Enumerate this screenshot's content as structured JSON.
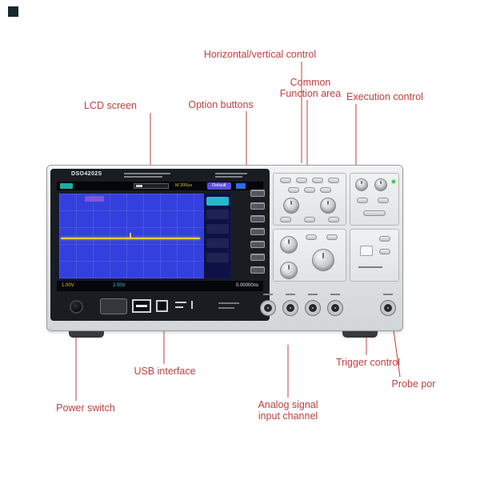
{
  "colors": {
    "callout_red": "#bf4040",
    "screen_blue": "#3340dd",
    "trace_yellow": "#f2cd37",
    "chip_purple": "#5a4fd8",
    "chip_teal": "#1fae9e"
  },
  "callouts": {
    "horizontal_vertical": "Horizontal/vertical control",
    "common_function_line1": "Common",
    "common_function_line2": "Function area",
    "execution": "Execution control",
    "lcd": "LCD screen",
    "option_buttons": "Option buttons",
    "usb": "USB interface",
    "power": "Power switch",
    "analog_line1": "Analog signal",
    "analog_line2": "input channel",
    "trigger": "Trigger control",
    "probe": "Probe por"
  },
  "device": {
    "model": "DSO4202S",
    "screen": {
      "default_chip": "Default",
      "timebase": "M 200us",
      "ch1_readout": "1.00V",
      "ch2_readout": "2.00V",
      "time_readout": "0.00000ns"
    }
  }
}
